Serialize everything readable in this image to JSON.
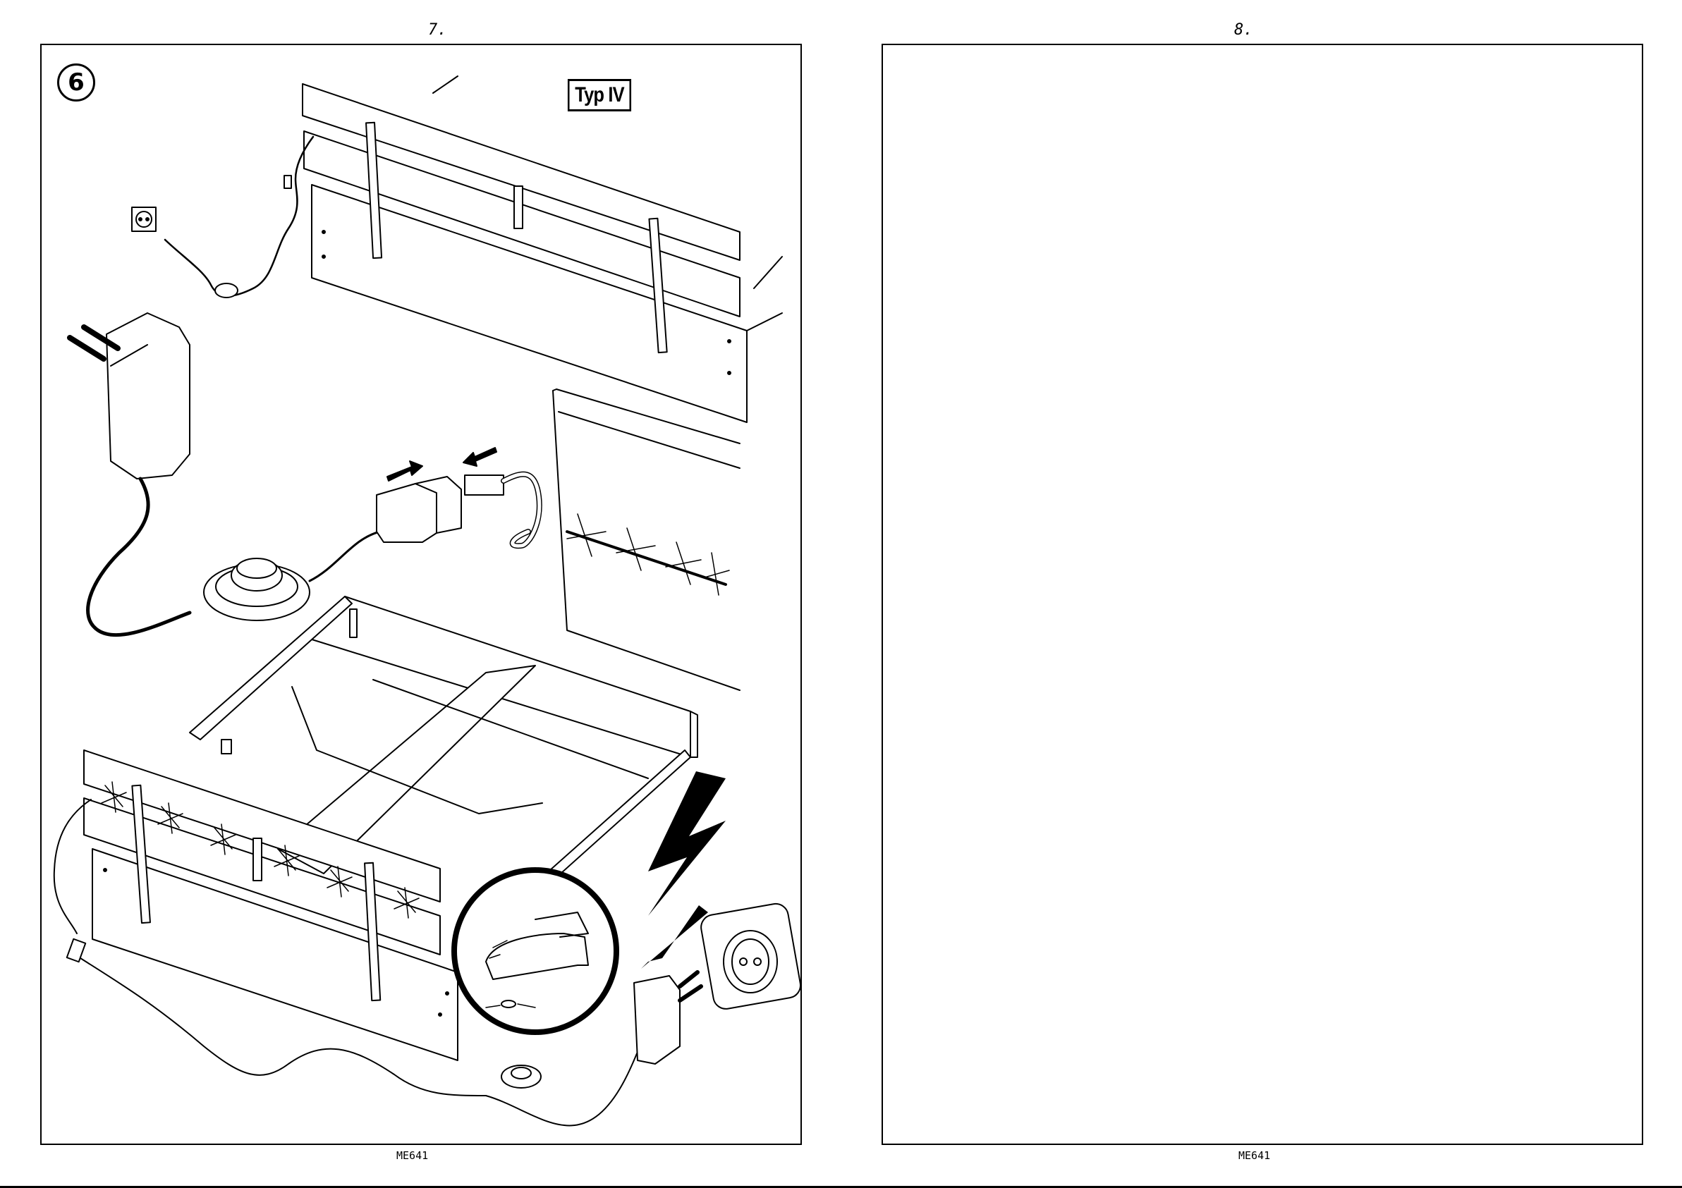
{
  "pages": {
    "left": {
      "number": "7.",
      "code": "ME641",
      "step": "6",
      "type_label": "Typ IV"
    },
    "right": {
      "number": "8.",
      "code": "ME641"
    }
  },
  "icons": [
    "wall-socket-icon",
    "plug-adapter-icon",
    "foot-switch-icon",
    "lightning-icon",
    "push-arrows-icon",
    "foot-press-icon"
  ]
}
